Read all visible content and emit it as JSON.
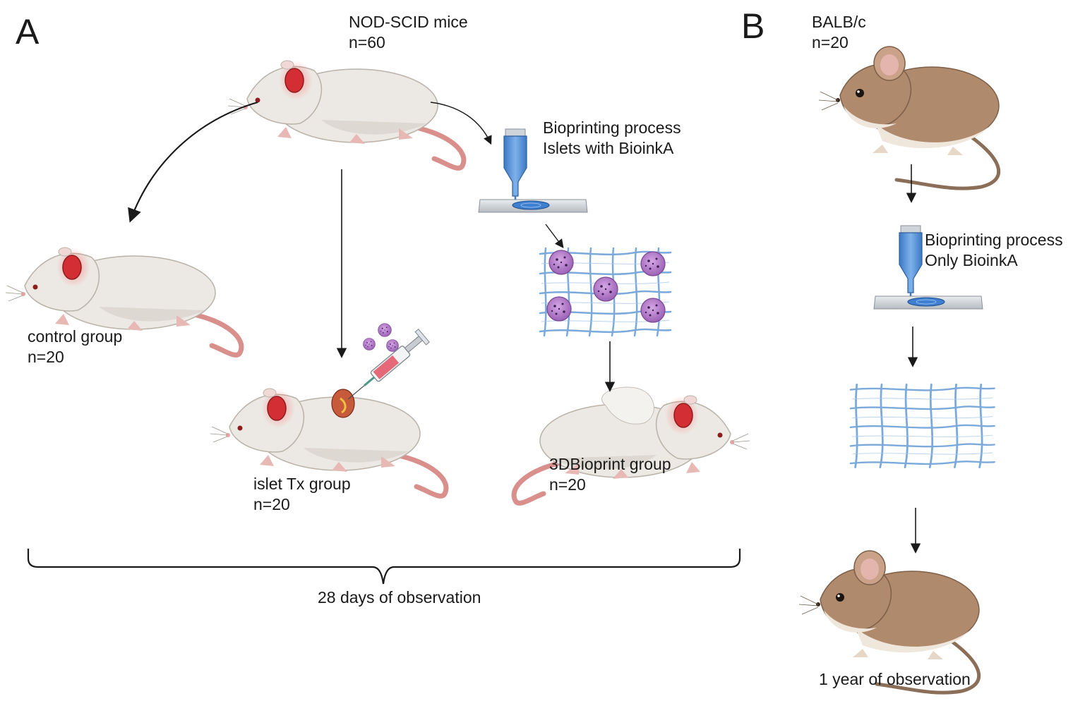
{
  "panel_a": {
    "letter": "A",
    "source": {
      "name": "NOD-SCID mice",
      "count": "n=60"
    },
    "control": {
      "name": "control group",
      "count": "n=20"
    },
    "islet": {
      "name": "islet Tx group",
      "count": "n=20"
    },
    "bioprint_process": {
      "line1": "Bioprinting process",
      "line2": "Islets with BioinkA"
    },
    "bioprint_group": {
      "name": "3DBioprint group",
      "count": "n=20"
    },
    "observation": "28 days of observation"
  },
  "panel_b": {
    "letter": "B",
    "source": {
      "name": "BALB/c",
      "count": "n=20"
    },
    "bioprint_process": {
      "line1": "Bioprinting process",
      "line2": "Only BioinkA"
    },
    "observation": "1 year of observation"
  },
  "colors": {
    "white_mouse_body": "#ece9e4",
    "white_mouse_shade": "#d9d4cd",
    "ear_red": "#d42e35",
    "tail_pink": "#d98f8b",
    "brown_mouse_body": "#b08a6c",
    "brown_mouse_belly": "#efe6dc",
    "scaffold_blue": "#7aa9dc",
    "islet_purple": "#b07ac4",
    "arrow": "#1a1a1a"
  }
}
